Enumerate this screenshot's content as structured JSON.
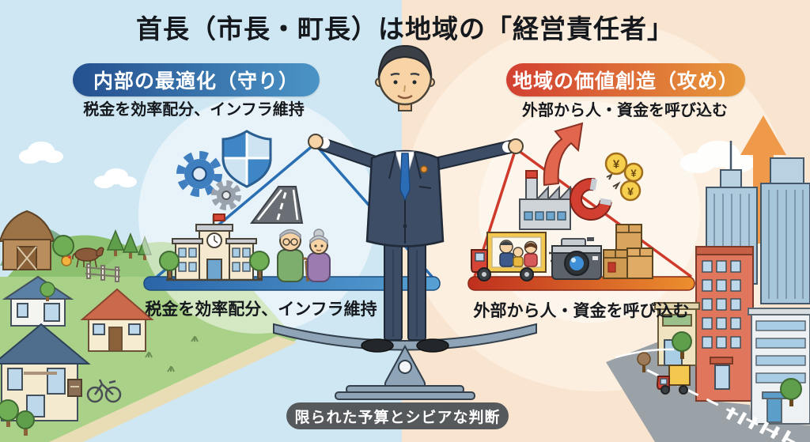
{
  "title": "首長（市長・町長）は地域の「経営責任者」",
  "left": {
    "badge": "内部の最適化（守り）",
    "subtitle": "税金を効率配分、インフラ維持",
    "tray_label": "税金を効率配分、インフラ維持",
    "icons": [
      "gears-icon",
      "shield-icon",
      "road-icon",
      "school-icon",
      "elderly-couple-icon"
    ],
    "colors": {
      "background": "#cfe7f3",
      "badge_start": "#24508f",
      "badge_end": "#4b94c6",
      "string": "#2a6fb3",
      "tray_start": "#2a65a8",
      "tray_end": "#57a0d4"
    }
  },
  "right": {
    "badge": "地域の価値創造（攻め）",
    "subtitle": "外部から人・資金を呼び込む",
    "tray_label": "外部から人・資金を呼び込む",
    "coin_symbol": "¥",
    "icons": [
      "growth-arrow-icon",
      "factory-icon",
      "magnet-icon",
      "yen-coins-icon",
      "family-truck-icon",
      "camera-icon",
      "cardboard-boxes-icon"
    ],
    "colors": {
      "background": "#f9e4cf",
      "badge_start": "#d23f31",
      "badge_end": "#e89a3c",
      "string": "#cf3a2b",
      "tray_start": "#bf2f1e",
      "tray_end": "#ec8f2e"
    }
  },
  "footer": {
    "label": "限られた予算とシビアな判断",
    "background": "#55595c"
  },
  "figure": {
    "suit_color": "#3d4d66",
    "tie_color": "#2c6cb5",
    "seesaw_color": "#8fa4b6"
  }
}
